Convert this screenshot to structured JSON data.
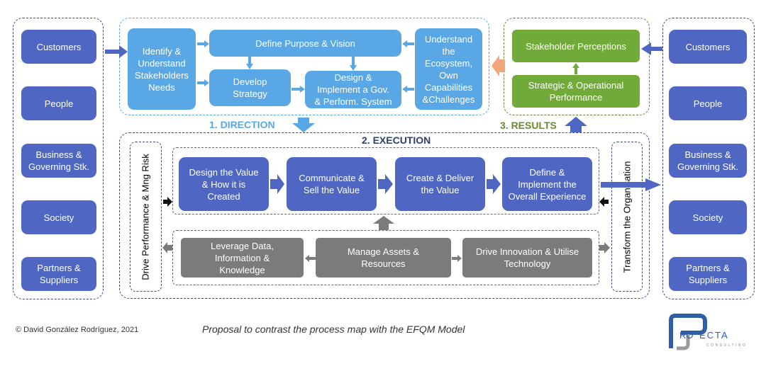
{
  "stakeholders_left": [
    "Customers",
    "People",
    "Business &\nGoverning Stk.",
    "Society",
    "Partners &\nSuppliers"
  ],
  "stakeholders_right": [
    "Customers",
    "People",
    "Business &\nGoverning Stk.",
    "Society",
    "Partners &\nSuppliers"
  ],
  "direction": {
    "title": "1. DIRECTION",
    "identify": "Identify &\nUnderstand\nStakeholders\nNeeds",
    "purpose": "Define Purpose & Vision",
    "strategy": "Develop\nStrategy",
    "governance": "Design &\nImplement a Gov.\n& Perform. System",
    "ecosystem": "Understand\nthe\nEcosystem,\nOwn\nCapabilities\n&Challenges"
  },
  "results": {
    "title": "3. RESULTS",
    "perceptions": "Stakeholder Perceptions",
    "performance": "Strategic & Operational\nPerformance"
  },
  "execution": {
    "title": "2. EXECUTION",
    "left_side": "Drive Performance & Mng Risk",
    "right_side": "Transform the Organisation",
    "value_chain": [
      "Design the Value\n& How it is\nCreated",
      "Communicate &\nSell the Value",
      "Create & Deliver\nthe Value",
      "Define &\nImplement the\nOverall Experience"
    ],
    "support": [
      "Leverage Data,\nInformation &\nKnowledge",
      "Manage Assets &\nResources",
      "Drive Innovation & Utilise\nTechnology"
    ]
  },
  "footer": {
    "copyright": "© David González Rodríguez, 2021",
    "caption": "Proposal to contrast the process map with the EFQM Model"
  },
  "logo": {
    "text": "PROJECTA",
    "sub": "CONSULTING"
  },
  "colors": {
    "navy": "#4f67c2",
    "sky": "#5aa7e6",
    "green": "#72aa3a",
    "gray": "#7b7b7b",
    "orange": "#f0a878"
  }
}
